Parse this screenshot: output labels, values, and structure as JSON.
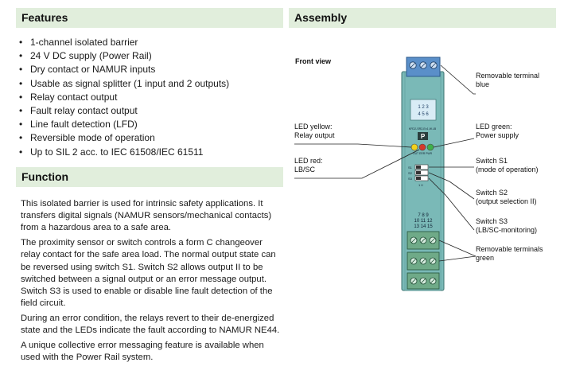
{
  "features": {
    "heading": "Features",
    "bullet": "•",
    "items": [
      "1-channel isolated barrier",
      "24 V DC supply (Power Rail)",
      "Dry contact or NAMUR inputs",
      "Usable as signal splitter (1 input and 2 outputs)",
      "Relay contact output",
      "Fault relay contact output",
      "Line fault detection (LFD)",
      "Reversible mode of operation",
      "Up to SIL 2 acc. to IEC 61508/IEC 61511"
    ]
  },
  "function": {
    "heading": "Function",
    "paragraphs": [
      "This isolated barrier is used for intrinsic safety applications. It transfers digital signals (NAMUR sensors/mechanical contacts) from a hazardous area to a safe area.",
      "The proximity sensor or switch controls a form C changeover relay contact for the safe area load. The normal output state can be reversed using switch S1. Switch S2 allows output II to be switched between a signal output or an error message output. Switch S3 is used to enable or disable line fault detection of the field circuit.",
      "During an error condition, the relays revert to their de-energized state and the LEDs indicate the fault according to NAMUR NE44.",
      "A unique collective error messaging feature is available when used with the Power Rail system."
    ]
  },
  "assembly": {
    "heading": "Assembly",
    "front_view": "Front view",
    "labels": {
      "top_terminal_1": "Removable terminal",
      "top_terminal_2": "blue",
      "led_green_1": "LED green:",
      "led_green_2": "Power supply",
      "led_yellow_1": "LED yellow:",
      "led_yellow_2": "Relay output",
      "led_red_1": "LED red:",
      "led_red_2": "LB/SC",
      "switch_s1_1": "Switch S1",
      "switch_s1_2": "(mode of operation)",
      "switch_s2_1": "Switch S2",
      "switch_s2_2": "(output selection II)",
      "switch_s3_1": "Switch S3",
      "switch_s3_2": "(LB/SC-monitoring)",
      "bottom_terminals_1": "Removable terminals",
      "bottom_terminals_2": "green"
    },
    "device": {
      "top_terminals_row1": "1  2  3",
      "top_terminals_row2": "4  5  6",
      "model": "KFD2-SR2-Ex1.W.LB",
      "pf_logo": "P",
      "led_labels": "OUT  ERR  PWR",
      "switch_names": [
        "S1",
        "S2",
        "S3"
      ],
      "switch_positions": "1   II",
      "bottom_row1": "7  8  9",
      "bottom_row2": "10 11 12",
      "bottom_row3": "13 14 15"
    },
    "colors": {
      "housing": "#7ab9b7",
      "housing_dark": "#5d9d9c",
      "terminal_blue": "#5a8fc9",
      "terminal_green": "#6faa88",
      "led_yellow": "#f2d21c",
      "led_red": "#d33a2c",
      "led_green": "#3fb04a"
    }
  }
}
